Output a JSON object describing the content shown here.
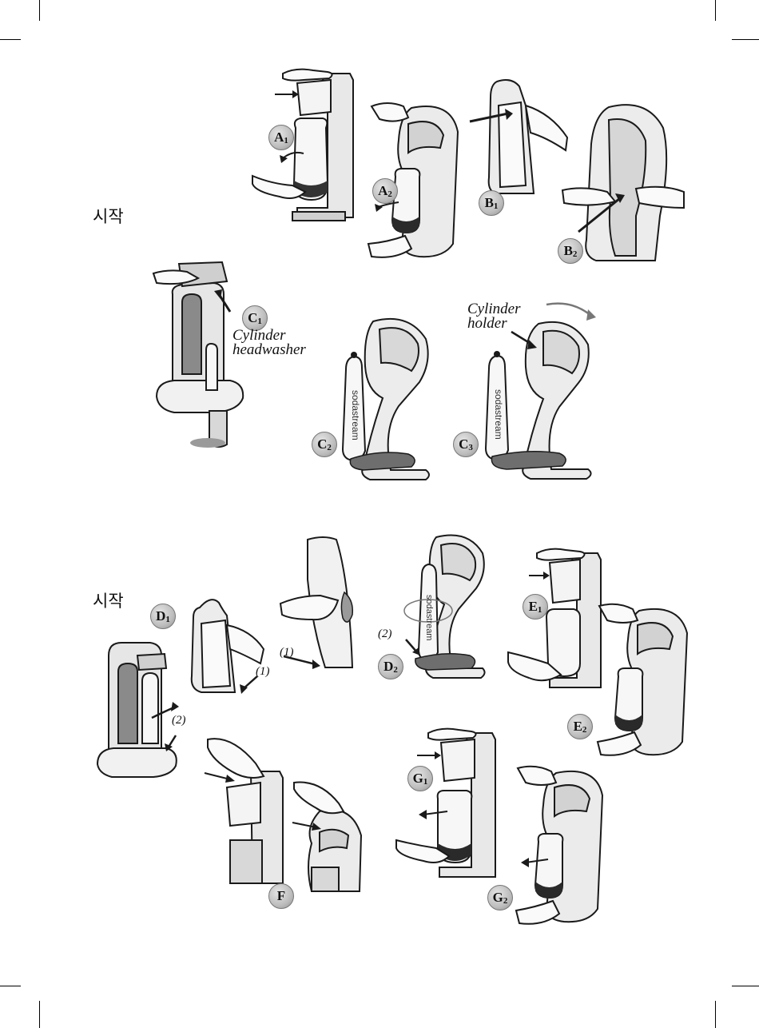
{
  "section_start_1": "시작",
  "section_start_2": "시작",
  "labels": {
    "A1": {
      "letter": "A",
      "num": "1"
    },
    "A2": {
      "letter": "A",
      "num": "2"
    },
    "B1": {
      "letter": "B",
      "num": "1"
    },
    "B2": {
      "letter": "B",
      "num": "2"
    },
    "C1": {
      "letter": "C",
      "num": "1"
    },
    "C2": {
      "letter": "C",
      "num": "2"
    },
    "C3": {
      "letter": "C",
      "num": "3"
    },
    "D1": {
      "letter": "D",
      "num": "1"
    },
    "D2": {
      "letter": "D",
      "num": "2"
    },
    "E1": {
      "letter": "E",
      "num": "1"
    },
    "E2": {
      "letter": "E",
      "num": "2"
    },
    "F": {
      "letter": "F",
      "num": ""
    },
    "G1": {
      "letter": "G",
      "num": "1"
    },
    "G2": {
      "letter": "G",
      "num": "2"
    }
  },
  "captions": {
    "cylinder_headwasher_1": "Cylinder",
    "cylinder_headwasher_2": "headwasher",
    "cylinder_holder_1": "Cylinder",
    "cylinder_holder_2": "holder"
  },
  "step_marks": {
    "d1_step1": "(1)",
    "d1_step2": "(2)",
    "d_panel_step1": "(1)",
    "d2_step2": "(2)"
  },
  "brand_text": "sodastream",
  "colors": {
    "line": "#1a1a1a",
    "shade_light": "#e4e4e4",
    "shade_mid": "#b8b8b8",
    "shade_dark": "#555555"
  }
}
